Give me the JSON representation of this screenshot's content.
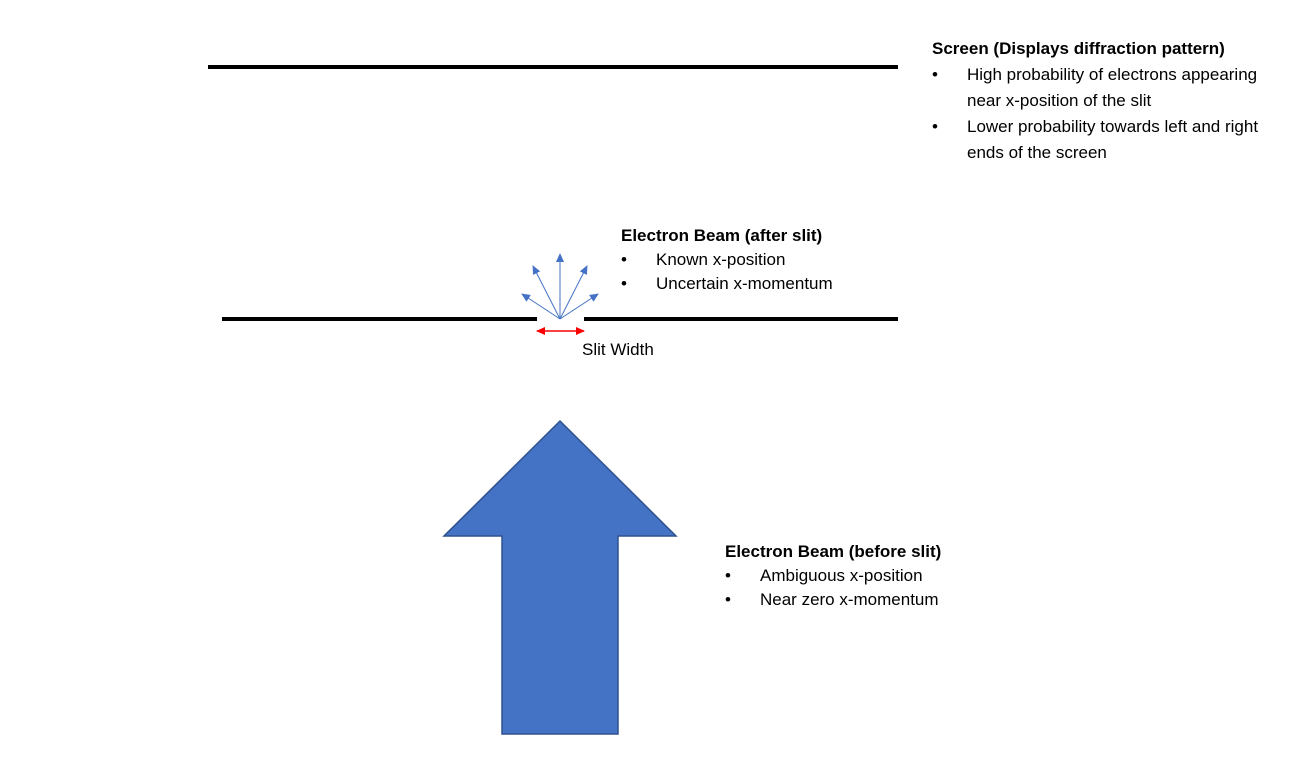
{
  "colors": {
    "barrier": "#000000",
    "beam_fill": "#4472C4",
    "beam_stroke": "#2F528F",
    "scatter_arrows": "#4472C4",
    "slit_width_arrow": "#FF0000"
  },
  "screen_note": {
    "title": "Screen (Displays diffraction pattern)",
    "items": [
      {
        "bullet": "•",
        "text": "High probability of electrons appearing near x-position of the slit"
      },
      {
        "bullet": "•",
        "text": "Lower probability towards left and right ends of the screen"
      }
    ]
  },
  "after_slit_note": {
    "title": "Electron Beam (after slit)",
    "items": [
      {
        "bullet": "•",
        "text": "Known x-position"
      },
      {
        "bullet": "•",
        "text": "Uncertain x-momentum"
      }
    ]
  },
  "before_slit_note": {
    "title": "Electron Beam (before slit)",
    "items": [
      {
        "bullet": "•",
        "text": "Ambiguous x-position"
      },
      {
        "bullet": "•",
        "text": "Near zero x-momentum"
      }
    ]
  },
  "slit_label": "Slit Width"
}
